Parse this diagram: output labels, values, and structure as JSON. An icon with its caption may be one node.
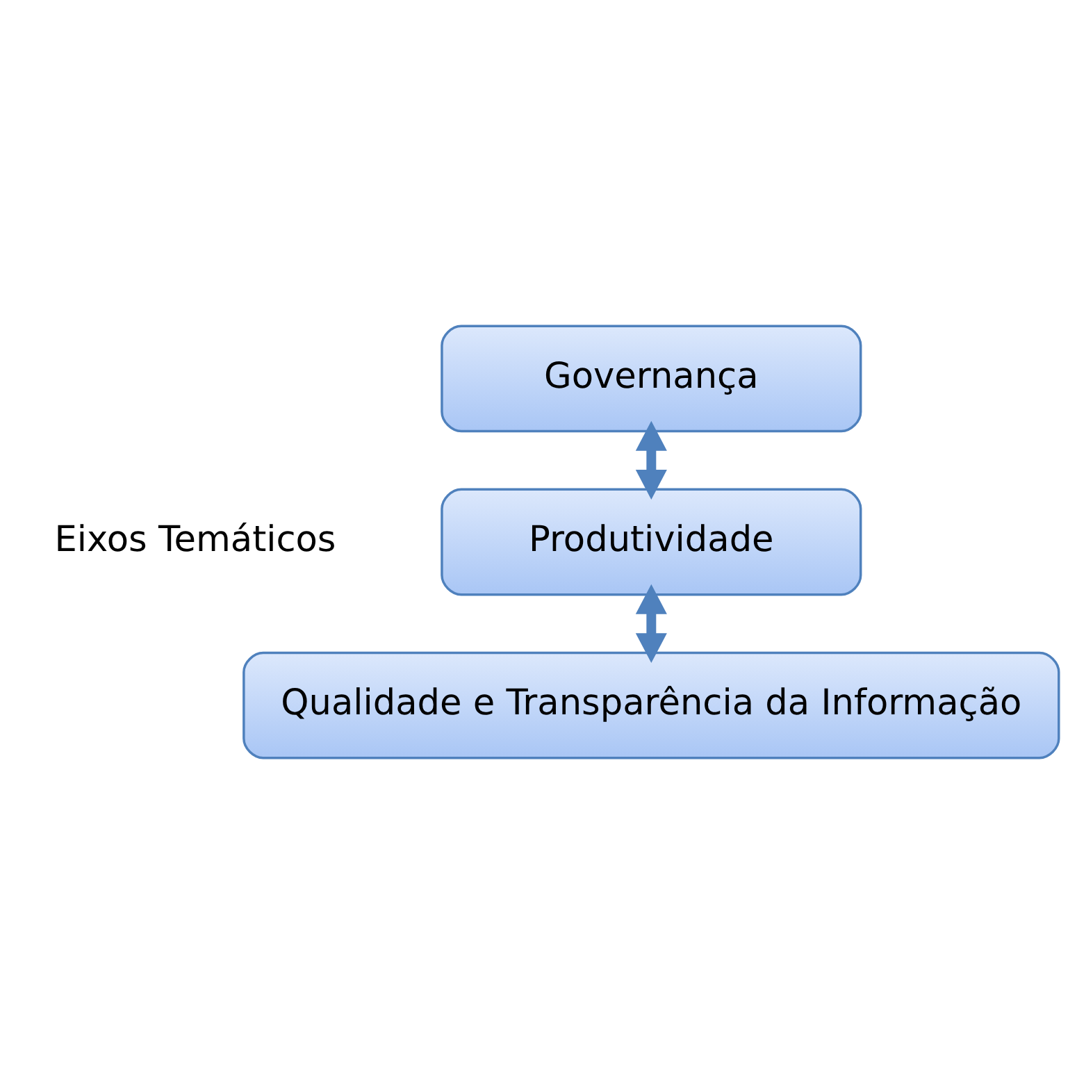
{
  "diagram": {
    "nodes": [
      {
        "text": [
          "Governança"
        ]
      },
      {
        "text": [
          "Produtividade"
        ]
      },
      {
        "text": [
          "Qualidade e Transparência da Informação"
        ]
      }
    ],
    "edges": [
      {
        "from": 0,
        "to": 1,
        "arrow": "both"
      },
      {
        "from": 1,
        "to": 2,
        "arrow": "both"
      }
    ],
    "labels": [
      "Eixos Temáticos"
    ]
  }
}
